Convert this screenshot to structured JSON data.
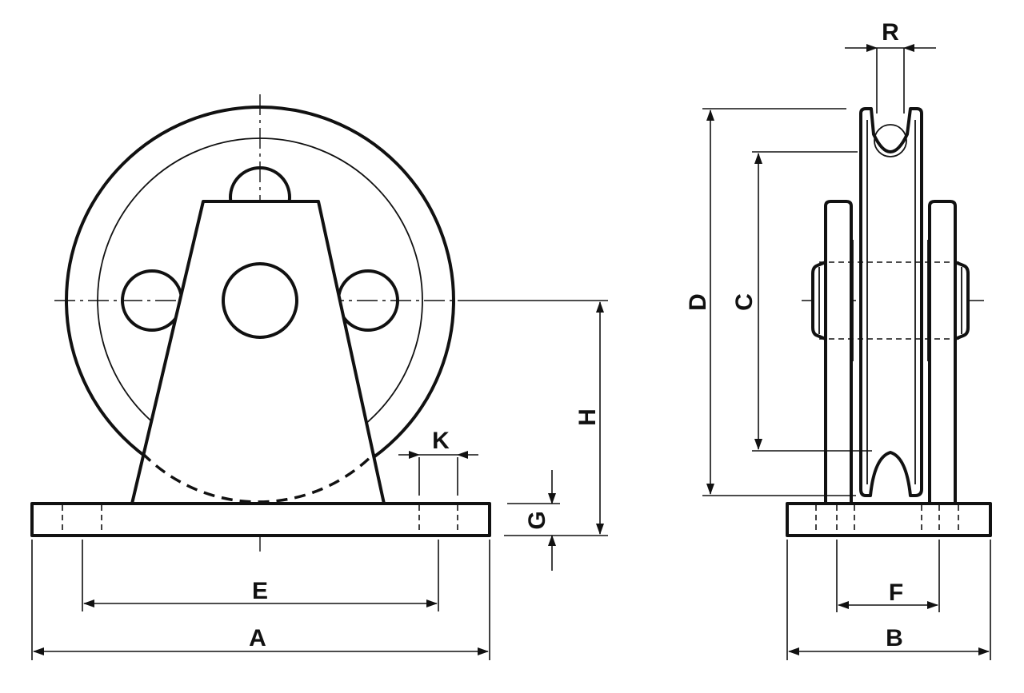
{
  "labels": {
    "A": "A",
    "B": "B",
    "C": "C",
    "D": "D",
    "E": "E",
    "F": "F",
    "G": "G",
    "H": "H",
    "K": "K",
    "R": "R"
  }
}
